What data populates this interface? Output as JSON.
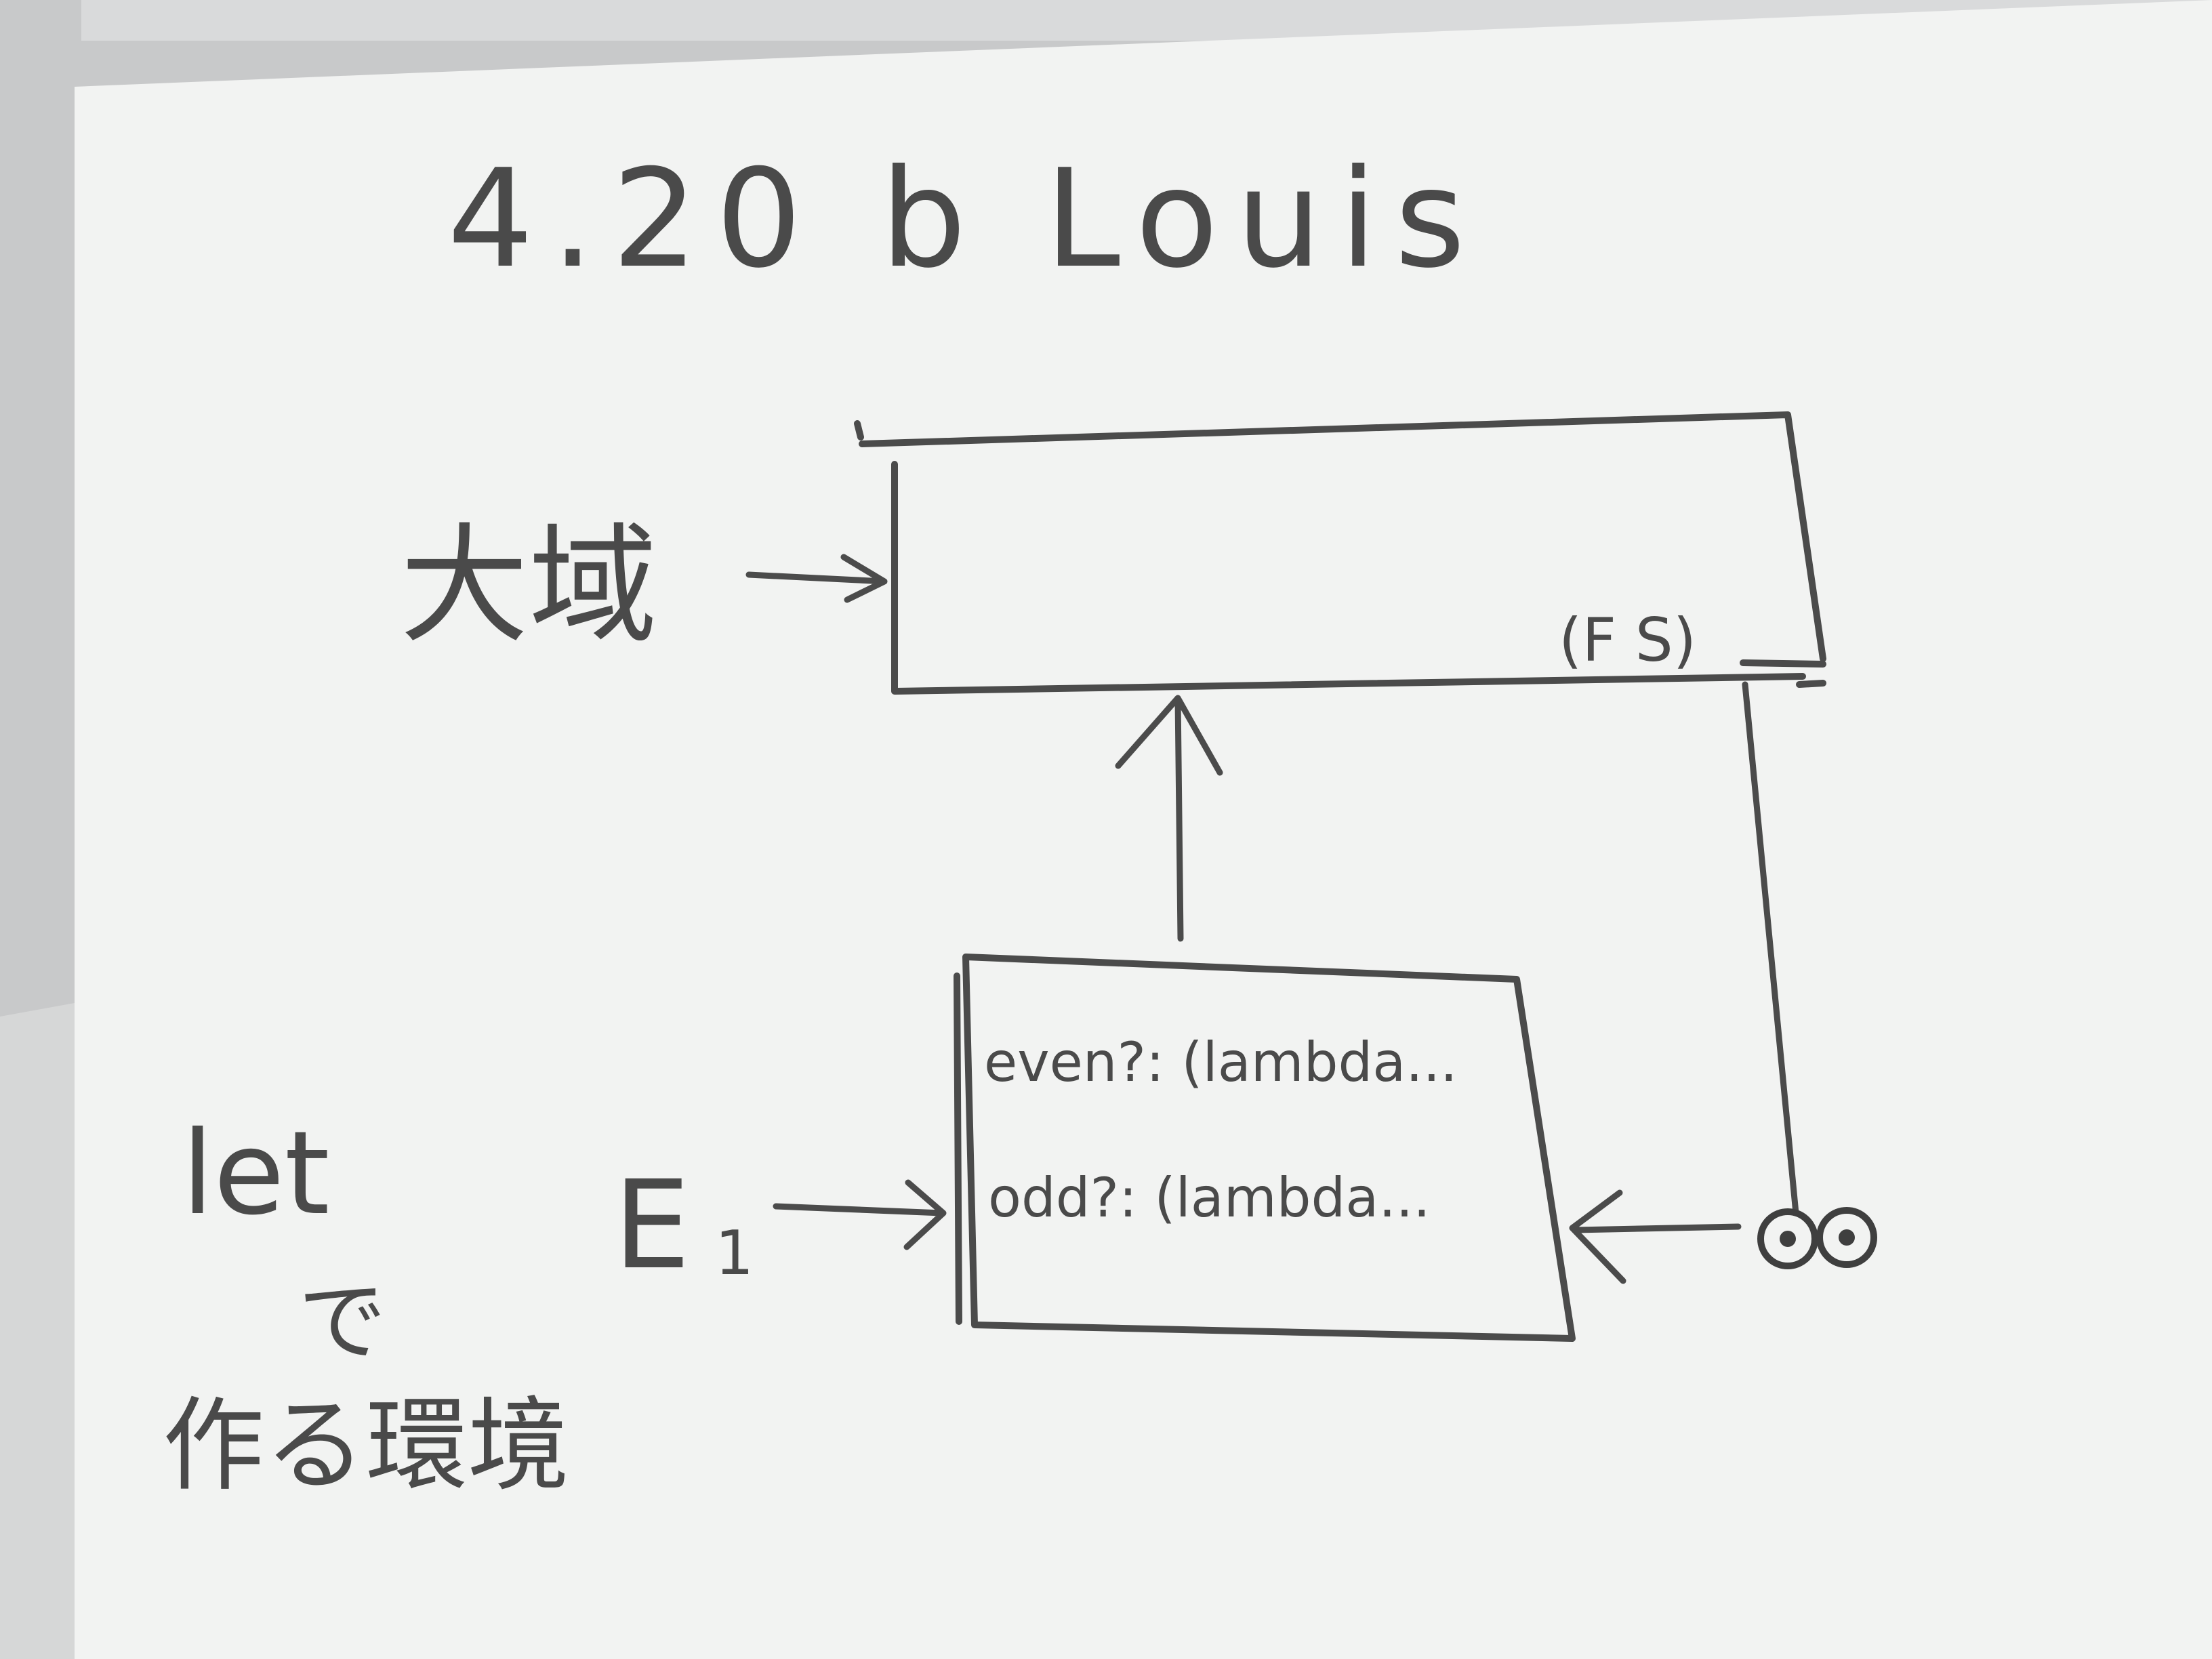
{
  "title": "4.20 b Louis",
  "global_frame": {
    "label": "大域",
    "corner_text": "(F S)"
  },
  "env_frame": {
    "label": "E",
    "label_sub": "1",
    "bindings": [
      {
        "text": "even?: (lambda..."
      },
      {
        "text": "odd?: (lambda..."
      }
    ]
  },
  "side_note": {
    "line1": "let",
    "line2": "で",
    "line3": "作る環境"
  },
  "procedure_object": {
    "icon": "double-circle-procedure-icon"
  },
  "colors": {
    "paper": "#f4f5f4",
    "pencil": "#4a4a4a",
    "desk": "#c9cacb"
  }
}
